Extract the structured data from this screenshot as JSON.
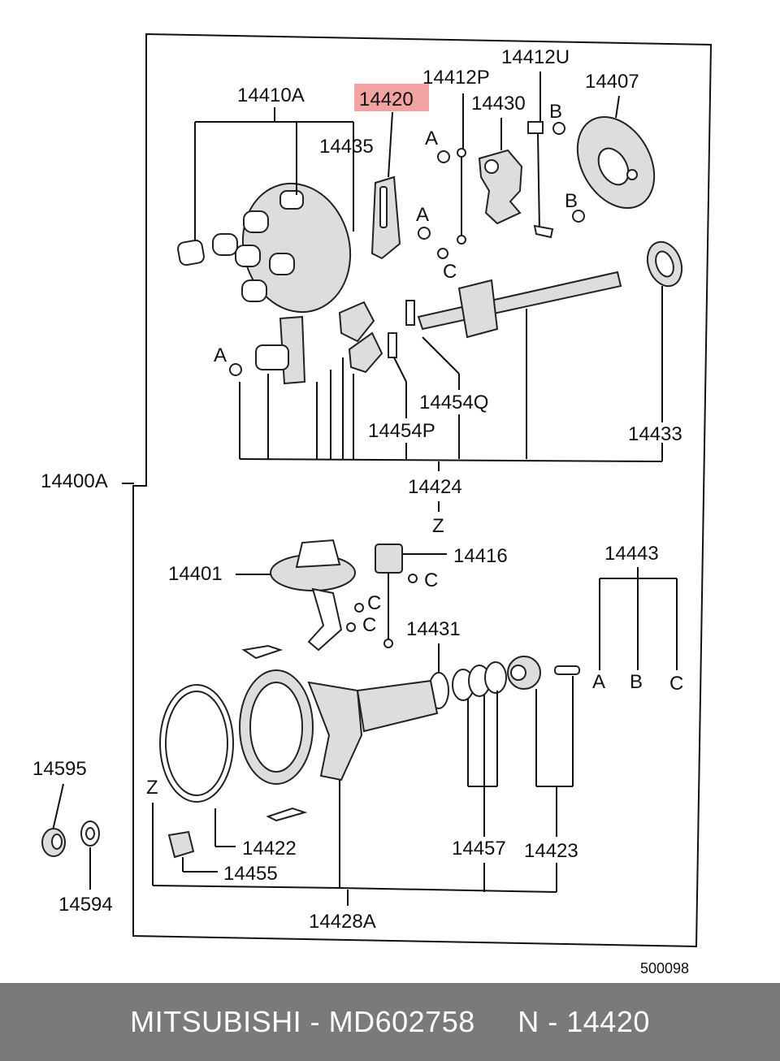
{
  "diagram": {
    "labels": {
      "l14410A": "14410A",
      "l14420": "14420",
      "l14412P": "14412P",
      "l14412U": "14412U",
      "l14407": "14407",
      "l14430": "14430",
      "l14435": "14435",
      "l14454Q": "14454Q",
      "l14454P": "14454P",
      "l14433": "14433",
      "l14424": "14424",
      "l14400A": "14400A",
      "l14401": "14401",
      "l14416": "14416",
      "l14443": "14443",
      "l14431": "14431",
      "l14595": "14595",
      "l14422": "14422",
      "l14455": "14455",
      "l14457": "14457",
      "l14423": "14423",
      "l14594": "14594",
      "l14428A": "14428A",
      "ref_code": "500098"
    },
    "letters": {
      "A": "A",
      "B": "B",
      "C": "C",
      "Z": "Z"
    },
    "highlight_color": "#f4a3a3"
  },
  "footer": {
    "brand": "MITSUBISHI",
    "sep1": " - ",
    "part_number": "MD602758",
    "gap": "     ",
    "ref": "N - 14420"
  }
}
